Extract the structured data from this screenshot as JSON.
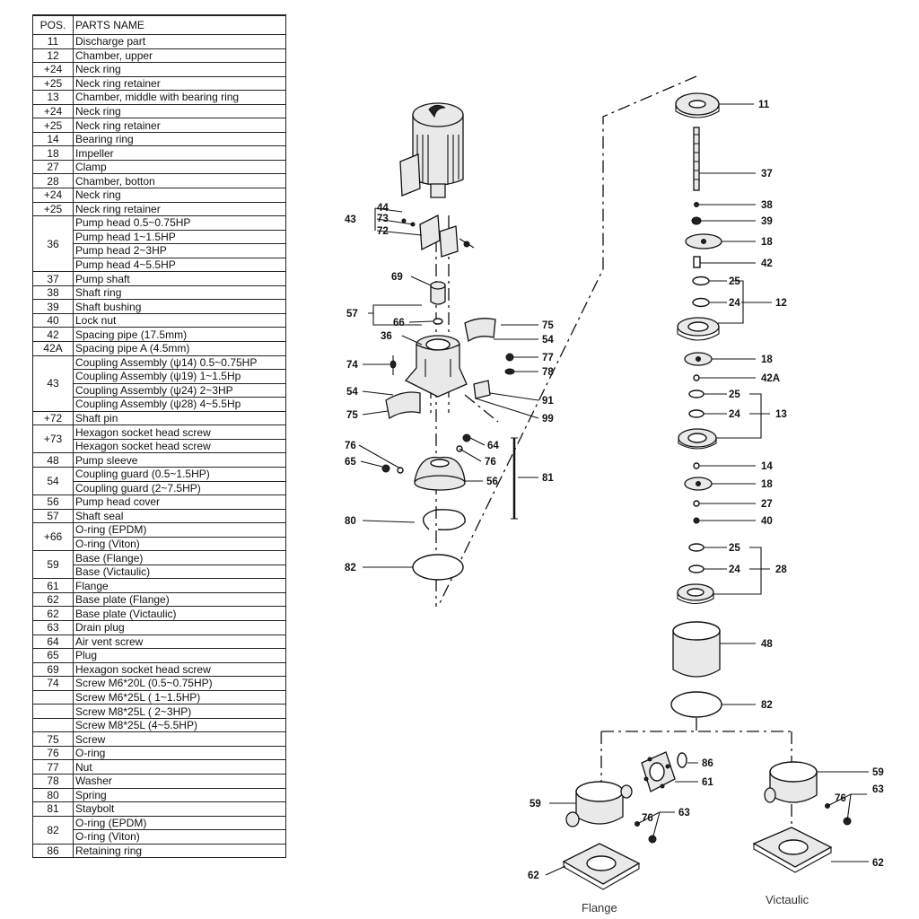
{
  "table": {
    "header_pos": "POS.",
    "header_name": "PARTS NAME",
    "rows": [
      {
        "pos": "11",
        "names": [
          "Discharge part"
        ]
      },
      {
        "pos": "12",
        "names": [
          "Chamber, upper"
        ]
      },
      {
        "pos": "+24",
        "names": [
          "Neck ring"
        ]
      },
      {
        "pos": "+25",
        "names": [
          "Neck ring retainer"
        ]
      },
      {
        "pos": "13",
        "names": [
          "Chamber, middle with bearing ring"
        ]
      },
      {
        "pos": "+24",
        "names": [
          "Neck ring"
        ]
      },
      {
        "pos": "+25",
        "names": [
          "Neck ring retainer"
        ]
      },
      {
        "pos": "14",
        "names": [
          "Bearing ring"
        ]
      },
      {
        "pos": "18",
        "names": [
          "Impeller"
        ]
      },
      {
        "pos": "27",
        "names": [
          "Clamp"
        ]
      },
      {
        "pos": "28",
        "names": [
          "Chamber, botton"
        ]
      },
      {
        "pos": "+24",
        "names": [
          "Neck ring"
        ]
      },
      {
        "pos": "+25",
        "names": [
          "Neck ring retainer"
        ]
      },
      {
        "pos": "36",
        "names": [
          "Pump head 0.5~0.75HP",
          "Pump head 1~1.5HP",
          "Pump head 2~3HP",
          "Pump head 4~5.5HP"
        ]
      },
      {
        "pos": "37",
        "names": [
          "Pump shaft"
        ]
      },
      {
        "pos": "38",
        "names": [
          "Shaft ring"
        ]
      },
      {
        "pos": "39",
        "names": [
          "Shaft bushing"
        ]
      },
      {
        "pos": "40",
        "names": [
          "Lock nut"
        ]
      },
      {
        "pos": "42",
        "names": [
          "Spacing pipe (17.5mm)"
        ]
      },
      {
        "pos": "42A",
        "names": [
          "Spacing pipe A (4.5mm)"
        ]
      },
      {
        "pos": "43",
        "names": [
          "Coupling Assembly (ψ14) 0.5~0.75HP",
          "Coupling Assembly (ψ19) 1~1.5Hp",
          "Coupling Assembly (ψ24) 2~3HP",
          "Coupling Assembly (ψ28) 4~5.5Hp"
        ]
      },
      {
        "pos": "+72",
        "names": [
          "Shaft pin"
        ]
      },
      {
        "pos": "+73",
        "names": [
          "Hexagon socket head screw",
          "Hexagon socket head screw"
        ]
      },
      {
        "pos": "48",
        "names": [
          "Pump sleeve"
        ]
      },
      {
        "pos": "54",
        "names": [
          "Coupling guard (0.5~1.5HP)",
          "Coupling guard (2~7.5HP)"
        ]
      },
      {
        "pos": "56",
        "names": [
          "Pump head cover"
        ]
      },
      {
        "pos": "57",
        "names": [
          "Shaft seal"
        ]
      },
      {
        "pos": "+66",
        "names": [
          "O-ring (EPDM)",
          "O-ring (Viton)"
        ]
      },
      {
        "pos": "59",
        "names": [
          "Base (Flange)",
          "Base (Victaulic)"
        ]
      },
      {
        "pos": "61",
        "names": [
          "Flange"
        ]
      },
      {
        "pos": "62",
        "names": [
          "Base plate (Flange)"
        ]
      },
      {
        "pos": "62",
        "names": [
          "Base plate (Victaulic)"
        ]
      },
      {
        "pos": "63",
        "names": [
          "Drain plug"
        ]
      },
      {
        "pos": "64",
        "names": [
          "Air vent screw"
        ]
      },
      {
        "pos": "65",
        "names": [
          "Plug"
        ]
      },
      {
        "pos": "69",
        "names": [
          "Hexagon socket head screw"
        ]
      },
      {
        "pos": "74",
        "names": [
          "Screw M6*20L (0.5~0.75HP)"
        ]
      },
      {
        "pos": "",
        "names": [
          "Screw M6*25L ( 1~1.5HP)"
        ]
      },
      {
        "pos": "",
        "names": [
          "Screw M8*25L ( 2~3HP)"
        ]
      },
      {
        "pos": "",
        "names": [
          "Screw M8*25L (4~5.5HP)"
        ]
      },
      {
        "pos": "75",
        "names": [
          "Screw"
        ]
      },
      {
        "pos": "76",
        "names": [
          "O-ring"
        ]
      },
      {
        "pos": "77",
        "names": [
          "Nut"
        ]
      },
      {
        "pos": "78",
        "names": [
          "Washer"
        ]
      },
      {
        "pos": "80",
        "names": [
          "Spring"
        ]
      },
      {
        "pos": "81",
        "names": [
          "Staybolt"
        ]
      },
      {
        "pos": "82",
        "names": [
          "O-ring (EPDM)",
          "O-ring (Viton)"
        ]
      },
      {
        "pos": "86",
        "names": [
          "Retaining ring"
        ]
      }
    ]
  },
  "diagram": {
    "labels": {
      "l11": "11",
      "l37": "37",
      "l38": "38",
      "l39": "39",
      "l18a": "18",
      "l42": "42",
      "l25a": "25",
      "l24a": "24",
      "l12": "12",
      "l18b": "18",
      "l42a": "42A",
      "l25b": "25",
      "l24b": "24",
      "l13": "13",
      "l14": "14",
      "l18c": "18",
      "l27": "27",
      "l40": "40",
      "l25c": "25",
      "l24c": "24",
      "l28": "28",
      "l48": "48",
      "l82r": "82",
      "l86": "86",
      "l61": "61",
      "l59a": "59",
      "l63a": "63",
      "l76a": "76",
      "l62a": "62",
      "l59b": "59",
      "l76b": "76",
      "l63b": "63",
      "l62b": "62",
      "l43": "43",
      "l44": "44",
      "l73": "73",
      "l72": "72",
      "l69": "69",
      "l57": "57",
      "l66": "66",
      "l75a": "75",
      "l54a": "54",
      "l36": "36",
      "l77": "77",
      "l78": "78",
      "l74": "74",
      "l54b": "54",
      "l91": "91",
      "l75b": "75",
      "l99": "99",
      "l76c": "76",
      "l64": "64",
      "l65": "65",
      "l76d": "76",
      "l56": "56",
      "l81": "81",
      "l80": "80",
      "l82l": "82"
    },
    "captions": {
      "flange": "Flange",
      "victaulic": "Victaulic"
    }
  }
}
